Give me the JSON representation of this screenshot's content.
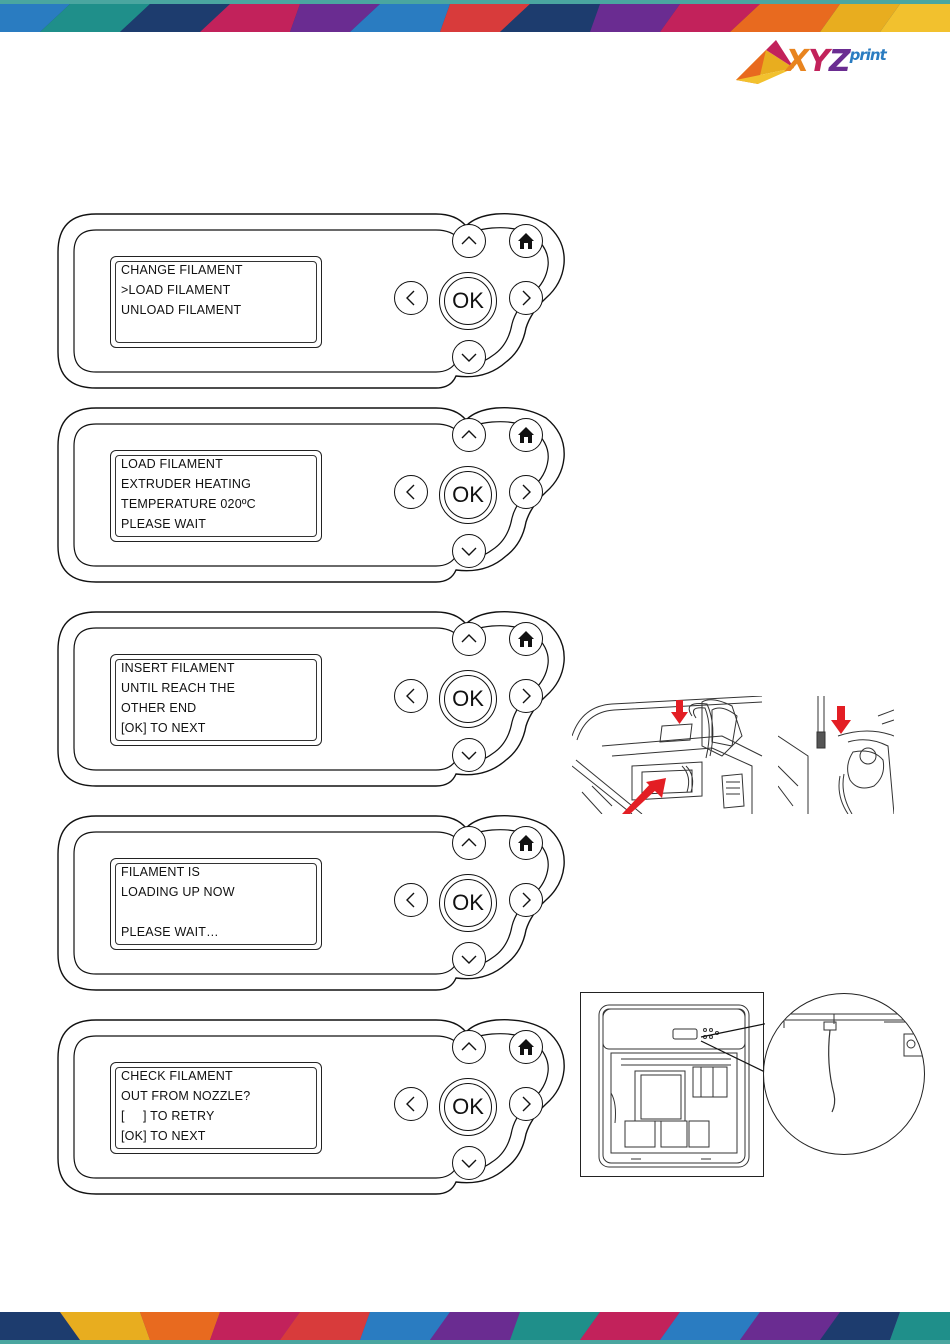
{
  "brand": {
    "logo_x": "X",
    "logo_y": "Y",
    "logo_z": "Z",
    "logo_print": "print",
    "logo_icon": "origami-triangle-logo"
  },
  "colors": {
    "band": [
      "#1d3c6e",
      "#e8ad1f",
      "#c2225b",
      "#2a7cc1",
      "#6a2c91",
      "#e86a1f",
      "#1f8f8a",
      "#d83b3b"
    ],
    "arrow": "#e31e24"
  },
  "panels": [
    {
      "lines": [
        "CHANGE FILAMENT",
        ">LOAD FILAMENT",
        "UNLOAD FILAMENT",
        ""
      ],
      "ok_label": "OK"
    },
    {
      "lines": [
        "LOAD FILAMENT",
        "EXTRUDER HEATING",
        "TEMPERATURE 020ºC",
        "PLEASE WAIT"
      ],
      "ok_label": "OK"
    },
    {
      "lines": [
        "INSERT FILAMENT",
        "UNTIL REACH THE",
        "OTHER END",
        "[OK] TO NEXT"
      ],
      "ok_label": "OK"
    },
    {
      "lines": [
        "FILAMENT IS",
        "LOADING UP NOW",
        "",
        "PLEASE WAIT…"
      ],
      "ok_label": "OK"
    },
    {
      "lines": [
        "CHECK FILAMENT",
        "OUT FROM NOZZLE?",
        "[     ] TO RETRY",
        "[OK] TO NEXT"
      ],
      "ok_label": "OK"
    }
  ],
  "icons": {
    "up": "chevron-up-icon",
    "down": "chevron-down-icon",
    "left": "chevron-left-icon",
    "right": "chevron-right-icon",
    "home": "home-icon"
  }
}
